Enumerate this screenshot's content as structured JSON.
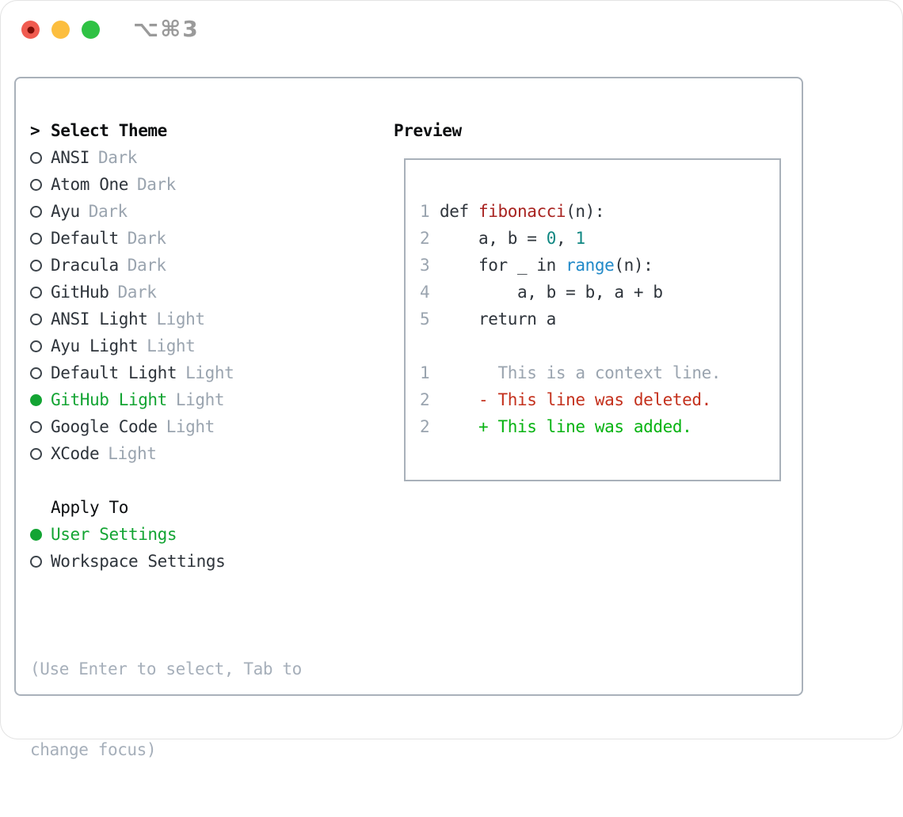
{
  "window": {
    "shortcut_title": "⌥⌘3"
  },
  "colors": {
    "ink": "#2e343b",
    "titles": "#0b0d0f",
    "muted": "#9aa4af",
    "hint": "#a6afba",
    "green_sel": "#13a433",
    "green_add": "#07b312",
    "red_del": "#c4311d",
    "red_fn": "#a82320",
    "teal": "#0f8782",
    "blue": "#2089c8",
    "border": "#a9b1ba",
    "circle": "#3d444b",
    "titlebar_text": "#9a9a9a",
    "light_red": "#f05b50",
    "light_red_dot": "#7d0d07",
    "light_yellow": "#fcbe3f",
    "light_green": "#2fc244"
  },
  "theme_panel": {
    "prompt": ">",
    "title": "Select Theme",
    "items": [
      {
        "name": "ANSI",
        "variant": "Dark",
        "selected": false
      },
      {
        "name": "Atom One",
        "variant": "Dark",
        "selected": false
      },
      {
        "name": "Ayu",
        "variant": "Dark",
        "selected": false
      },
      {
        "name": "Default",
        "variant": "Dark",
        "selected": false
      },
      {
        "name": "Dracula",
        "variant": "Dark",
        "selected": false
      },
      {
        "name": "GitHub",
        "variant": "Dark",
        "selected": false
      },
      {
        "name": "ANSI Light",
        "variant": "Light",
        "selected": false
      },
      {
        "name": "Ayu Light",
        "variant": "Light",
        "selected": false
      },
      {
        "name": "Default Light",
        "variant": "Light",
        "selected": false
      },
      {
        "name": "GitHub Light",
        "variant": "Light",
        "selected": true
      },
      {
        "name": "Google Code",
        "variant": "Light",
        "selected": false
      },
      {
        "name": "XCode",
        "variant": "Light",
        "selected": false
      }
    ],
    "apply_to": {
      "title": "Apply To",
      "options": [
        {
          "name": "User Settings",
          "selected": true
        },
        {
          "name": "Workspace Settings",
          "selected": false
        }
      ]
    },
    "hint_line1": "(Use Enter to select, Tab to",
    "hint_line2": "change focus)"
  },
  "preview": {
    "title": "Preview",
    "code": [
      {
        "num": "1",
        "segments": [
          {
            "t": "def "
          },
          {
            "t": "fibonacci"
          },
          {
            "t": "(n):"
          }
        ]
      },
      {
        "num": "2",
        "segments": [
          {
            "t": "    a, b = "
          },
          {
            "t": "0"
          },
          {
            "t": ", "
          },
          {
            "t": "1"
          }
        ]
      },
      {
        "num": "3",
        "segments": [
          {
            "t": "    for _ in "
          },
          {
            "t": "range"
          },
          {
            "t": "(n):"
          }
        ]
      },
      {
        "num": "4",
        "segments": [
          {
            "t": "        a, b = b, a + b"
          }
        ]
      },
      {
        "num": "5",
        "segments": [
          {
            "t": "    return a"
          }
        ]
      }
    ],
    "diff": [
      {
        "num": "1",
        "text": "      This is a context line.",
        "kind": "context"
      },
      {
        "num": "2",
        "text": "    - This line was deleted.",
        "kind": "deleted"
      },
      {
        "num": "2",
        "text": "    + This line was added.",
        "kind": "added"
      }
    ]
  }
}
